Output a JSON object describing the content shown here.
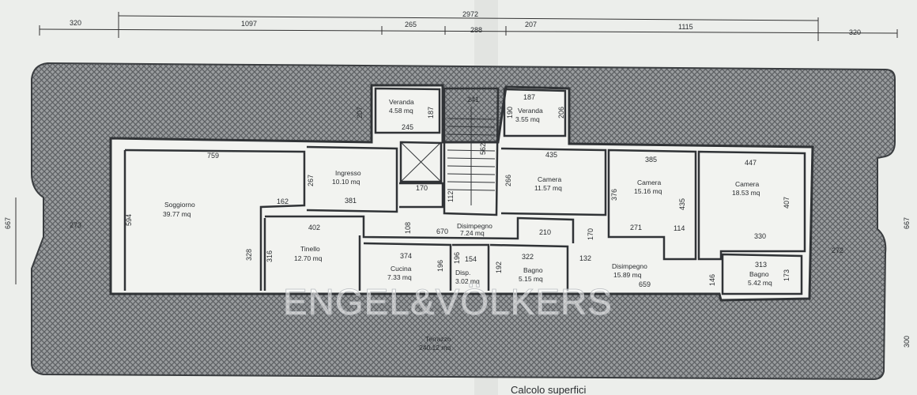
{
  "top_dims": {
    "total": "2972",
    "row": [
      "320",
      "1097",
      "265",
      "288",
      "207",
      "1115",
      "320"
    ]
  },
  "rooms": [
    {
      "name": "Soggiorno",
      "area": "39.77 mq"
    },
    {
      "name": "Ingresso",
      "area": "10.10 mq"
    },
    {
      "name": "Veranda",
      "area": "4.58 mq"
    },
    {
      "name": "Veranda",
      "area": "3.55 mq"
    },
    {
      "name": "Camera",
      "area": "11.57 mq"
    },
    {
      "name": "Camera",
      "area": "15.16 mq"
    },
    {
      "name": "Camera",
      "area": "18.53 mq"
    },
    {
      "name": "Disimpegno",
      "area": "7.24 mq"
    },
    {
      "name": "Tinello",
      "area": "12.70 mq"
    },
    {
      "name": "Cucina",
      "area": "7.33 mq"
    },
    {
      "name": "Disp.",
      "area": "3.02 mq"
    },
    {
      "name": "Bagno",
      "area": "5.15 mq"
    },
    {
      "name": "Disimpegno",
      "area": "15.89 mq"
    },
    {
      "name": "Bagno",
      "area": "5.42 mq"
    },
    {
      "name": "Terrazzo",
      "area": "240.12 mq"
    }
  ],
  "dims": {
    "soggiorno_width": "759",
    "soggiorno_height": "594",
    "ingresso_height": "267",
    "ingresso_width": "381",
    "hall_162": "162",
    "veranda_l_height": "207",
    "veranda_l_inner": "187",
    "veranda_l_width": "245",
    "stair_241": "241",
    "stair_562": "562",
    "stair_170": "170",
    "stair_112": "112",
    "veranda_r_width": "187",
    "veranda_r_190": "190",
    "veranda_r_206": "206",
    "camera1_width": "435",
    "camera1_height": "266",
    "camera2_width": "385",
    "camera2_376": "376",
    "camera2_435": "435",
    "camera3_width": "447",
    "camera3_height": "407",
    "camera3_330": "330",
    "dis2_271": "271",
    "dis2_114": "114",
    "dis1_108": "108",
    "dis1_670": "670",
    "dis1_210": "210",
    "dis1_170": "170",
    "tinello_width": "402",
    "tinello_316": "316",
    "wall_328": "328",
    "cucina_width": "374",
    "cucina_196": "196",
    "disp_width": "154",
    "disp_196": "196",
    "bagno1_width": "322",
    "bagno1_192": "192",
    "dis2_132": "132",
    "dis2_659": "659",
    "bagno2_width": "313",
    "bagno2_146": "146",
    "bagno2_173": "173",
    "terrace_left_273": "273",
    "terrace_right_272": "272",
    "side_left": "667",
    "side_right": "667",
    "side_bottom_right": "300"
  },
  "watermark": "ENGEL&VÖLKERS",
  "footer_note": "Calcolo superfici"
}
